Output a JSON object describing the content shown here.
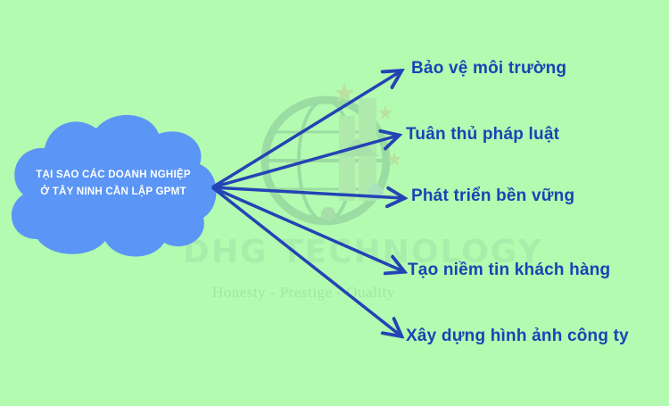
{
  "central_topic": {
    "lines": [
      "TẠI SAO CÁC DOANH NGHIỆP",
      "Ở TÂY NINH CẦN LẬP GPMT"
    ]
  },
  "branches": [
    {
      "label": "Bảo vệ môi trường"
    },
    {
      "label": "Tuân thủ pháp luật"
    },
    {
      "label": "Phát triển bền vững"
    },
    {
      "label": "Tạo niềm tin khách hàng"
    },
    {
      "label": "Xây dựng hình ảnh công ty"
    }
  ],
  "watermark": {
    "brand": "DHG TECHNOLOGY",
    "tagline": "Honesty - Prestige - Quality",
    "logo_icon": "globe-building-icon"
  },
  "colors": {
    "background": "#b3fbb0",
    "cloud": "#5b95f5",
    "arrow": "#2443b5",
    "branch_text": "#1b43b5",
    "title_text": "#ffffff"
  }
}
